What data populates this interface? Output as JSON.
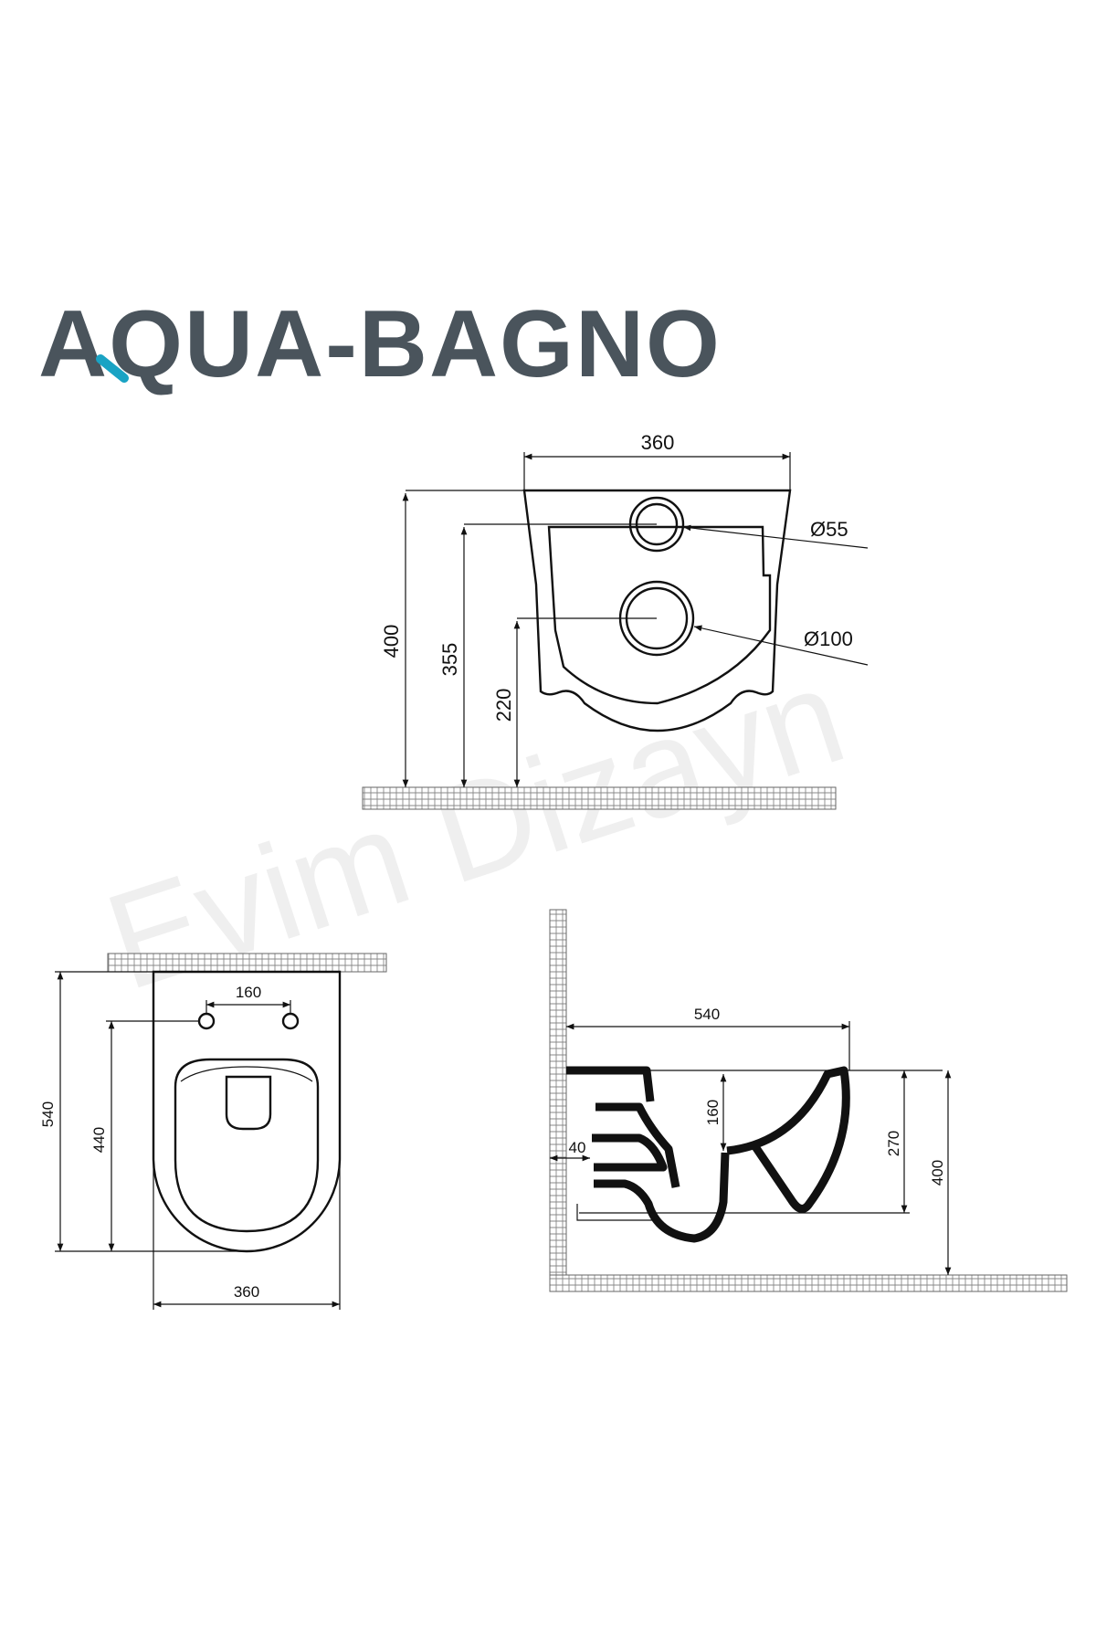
{
  "brand": {
    "name": "AQUA-BAGNO",
    "color": "#4a545c",
    "accent_color": "#1aa3c4"
  },
  "watermark": {
    "text": "Evim Dizayn"
  },
  "front_view": {
    "width": "360",
    "height_total": "400",
    "height_small_hole": "355",
    "height_large_hole": "220",
    "small_hole_diameter": "Ø55",
    "large_hole_diameter": "Ø100"
  },
  "top_view": {
    "width": "360",
    "depth": "540",
    "bolt_depth": "440",
    "bolt_spacing": "160"
  },
  "side_view": {
    "depth": "540",
    "bowl_depth": "160",
    "wall_gap": "40",
    "rim_height": "270",
    "floor_height": "400"
  }
}
